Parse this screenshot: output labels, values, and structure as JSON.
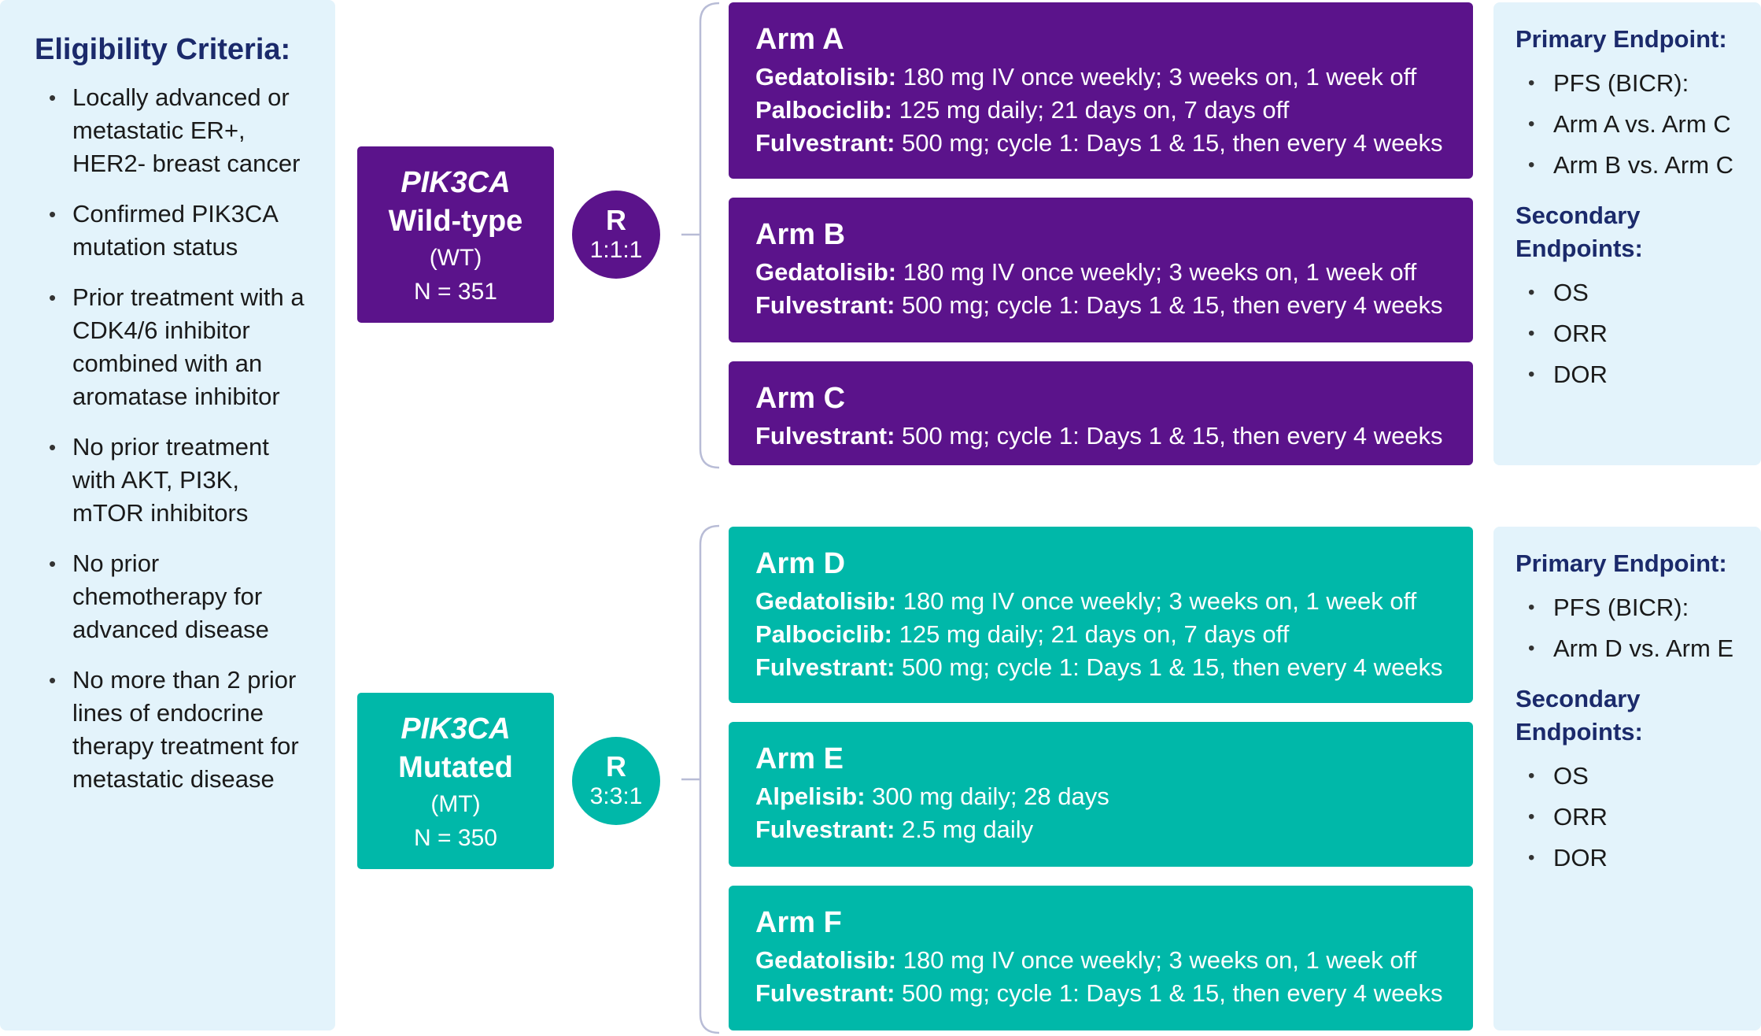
{
  "eligibility": {
    "title": "Eligibility Criteria:",
    "items": [
      "Locally advanced or metastatic ER+, HER2- breast cancer",
      "Confirmed PIK3CA mutation status",
      "Prior treatment with a CDK4/6 inhibitor combined with an aromatase inhibitor",
      "No prior treatment with AKT, PI3K, mTOR inhibitors",
      "No prior chemotherapy for advanced disease",
      "No more than 2 prior lines of endocrine therapy treatment for metastatic disease"
    ]
  },
  "cohorts": {
    "wt": {
      "gene": "PIK3CA",
      "status": "Wild-type",
      "abbr": "(WT)",
      "n": "N = 351",
      "rand_label": "R",
      "rand_ratio": "1:1:1",
      "color": "#5b138b",
      "arms": [
        {
          "title": "Arm A",
          "lines": [
            {
              "drug": "Gedatolisib:",
              "dose": " 180 mg IV once weekly; 3 weeks on, 1 week off"
            },
            {
              "drug": "Palbociclib:",
              "dose": " 125 mg daily; 21 days on, 7 days off"
            },
            {
              "drug": "Fulvestrant:",
              "dose": " 500 mg; cycle 1: Days 1 & 15, then every 4 weeks"
            }
          ]
        },
        {
          "title": "Arm B",
          "lines": [
            {
              "drug": "Gedatolisib:",
              "dose": " 180 mg IV once weekly; 3 weeks on, 1 week off"
            },
            {
              "drug": "Fulvestrant:",
              "dose": " 500 mg; cycle 1: Days 1 & 15, then every 4 weeks"
            }
          ]
        },
        {
          "title": "Arm C",
          "lines": [
            {
              "drug": "Fulvestrant:",
              "dose": " 500 mg; cycle 1: Days 1 & 15, then every 4 weeks"
            }
          ]
        }
      ],
      "endpoints": {
        "primary_label": "Primary Endpoint:",
        "primary": [
          "PFS (BICR):",
          "Arm A vs. Arm C",
          "Arm B vs. Arm C"
        ],
        "secondary_label_1": "Secondary",
        "secondary_label_2": "Endpoints:",
        "secondary": [
          "OS",
          "ORR",
          "DOR"
        ]
      }
    },
    "mt": {
      "gene": "PIK3CA",
      "status": "Mutated",
      "abbr": "(MT)",
      "n": "N = 350",
      "rand_label": "R",
      "rand_ratio": "3:3:1",
      "color": "#00b8a9",
      "arms": [
        {
          "title": "Arm D",
          "lines": [
            {
              "drug": "Gedatolisib:",
              "dose": " 180 mg IV once weekly; 3 weeks on, 1 week off"
            },
            {
              "drug": "Palbociclib:",
              "dose": " 125 mg daily; 21 days on, 7 days off"
            },
            {
              "drug": "Fulvestrant:",
              "dose": " 500 mg; cycle 1: Days 1 & 15, then every 4 weeks"
            }
          ]
        },
        {
          "title": "Arm E",
          "lines": [
            {
              "drug": "Alpelisib:",
              "dose": " 300 mg daily; 28 days"
            },
            {
              "drug": "Fulvestrant:",
              "dose": " 2.5 mg daily"
            }
          ]
        },
        {
          "title": "Arm F",
          "lines": [
            {
              "drug": "Gedatolisib:",
              "dose": " 180 mg IV once weekly; 3 weeks on, 1 week off"
            },
            {
              "drug": "Fulvestrant:",
              "dose": " 500 mg; cycle 1: Days 1 & 15, then every 4 weeks"
            }
          ]
        }
      ],
      "endpoints": {
        "primary_label": "Primary Endpoint:",
        "primary": [
          "PFS (BICR):",
          "Arm D vs. Arm E"
        ],
        "secondary_label_1": "Secondary",
        "secondary_label_2": "Endpoints:",
        "secondary": [
          "OS",
          "ORR",
          "DOR"
        ]
      }
    }
  }
}
